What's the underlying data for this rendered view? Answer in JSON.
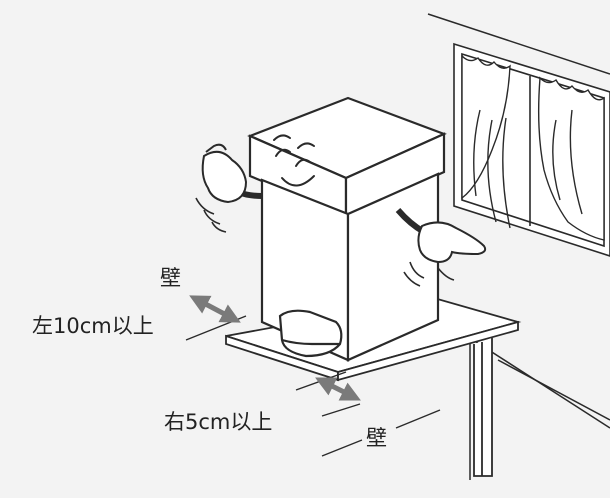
{
  "labels": {
    "wall_left": "壁",
    "clearance_left": "左10cm以上",
    "clearance_right": "右5cm以上",
    "wall_bottom": "壁"
  },
  "colors": {
    "background": "#f3f3f3",
    "line": "#2a2a2a",
    "arrow": "#7a7a7a",
    "fill": "#ffffff"
  }
}
